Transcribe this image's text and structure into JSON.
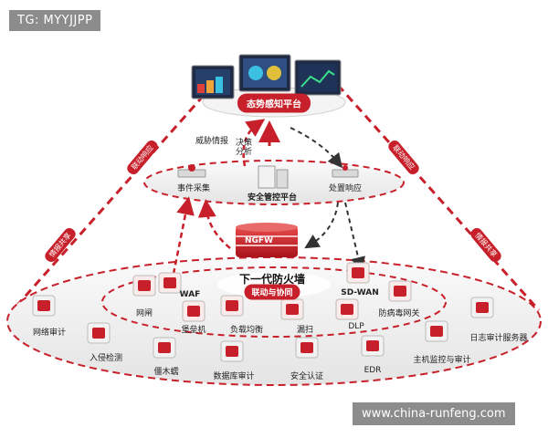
{
  "watermark": {
    "text": "TG: MYYJJPP"
  },
  "source_url": {
    "text": "www.china-runfeng.com"
  },
  "top": {
    "title": "态势感知平台"
  },
  "middle": {
    "title": "安全管控平台",
    "event_collection": "事件采集",
    "response": "处置响应"
  },
  "arrows": {
    "threat_intel": "威胁情报",
    "decision_analysis": "决策\n分析"
  },
  "firewall": {
    "badge": "NGFW",
    "title": "下一代防火墙",
    "linkage": "联动与协同"
  },
  "sides": {
    "left_upper": "联动响应",
    "left_lower": "情报共享",
    "right_upper": "联动响应",
    "right_lower": "情报共享"
  },
  "inner_devices": [
    "WAF",
    "网闸",
    "堡垒机",
    "负载均衡",
    "漏扫",
    "DLP",
    "SD-WAN",
    "防病毒网关"
  ],
  "outer_devices": [
    "网络审计",
    "入侵检测",
    "僵木蠕",
    "数据库审计",
    "安全认证",
    "EDR",
    "主机监控与审计",
    "日志审计服务器"
  ],
  "colors": {
    "accent": "#c8202a",
    "dash_gray": "#444444",
    "node_fill": "#ececec",
    "node_stroke": "#cccccc"
  }
}
